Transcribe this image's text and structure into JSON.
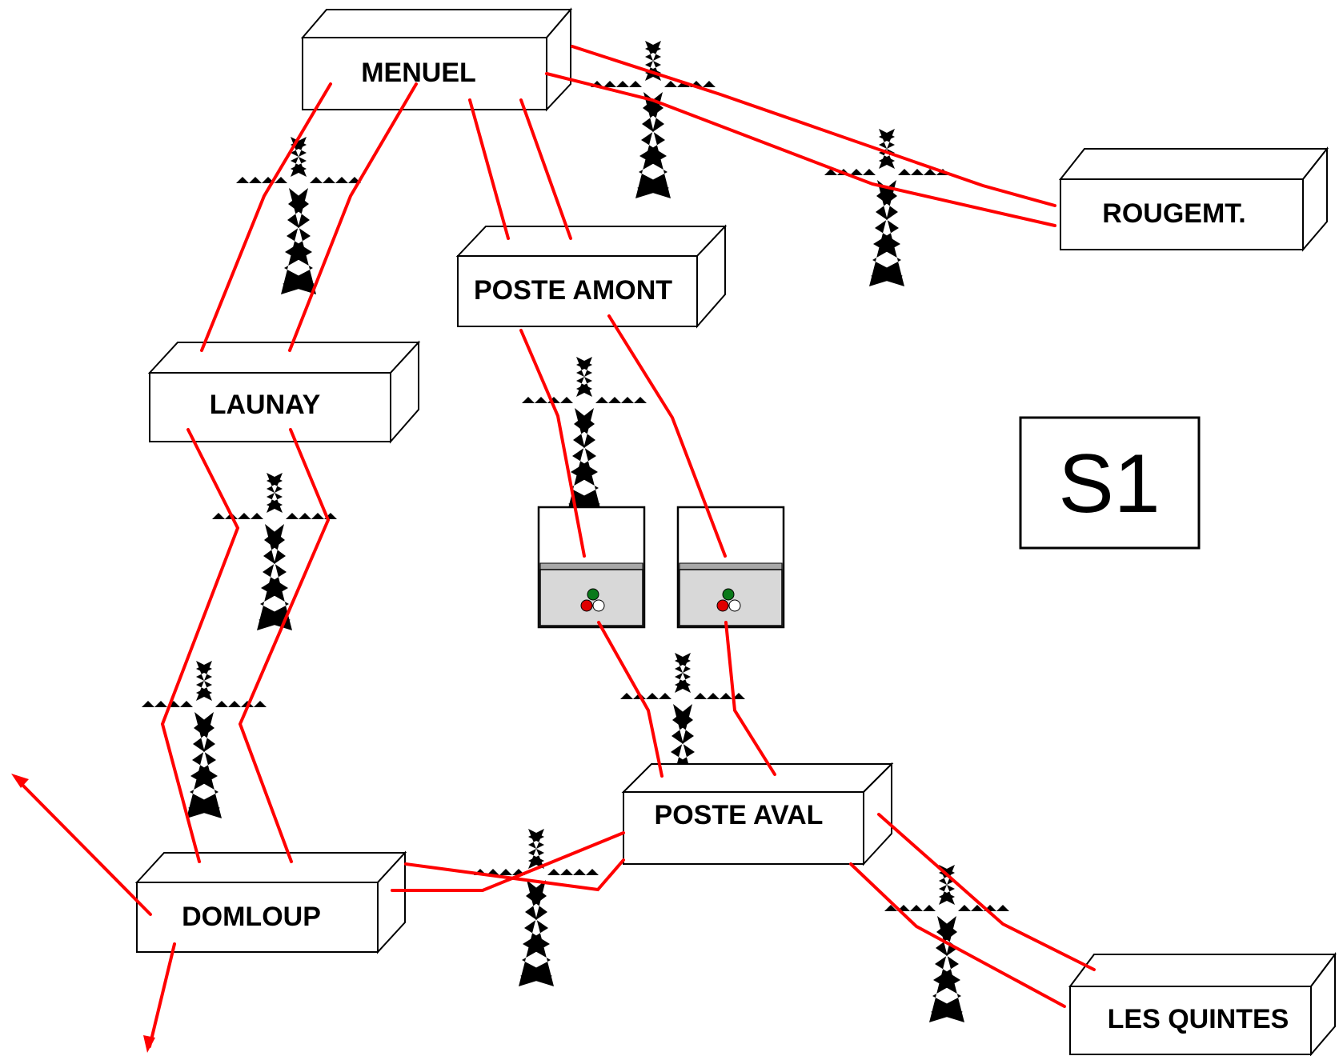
{
  "stations": [
    {
      "id": "menuel",
      "label": "MENUEL"
    },
    {
      "id": "rougemont",
      "label": "ROUGEMT."
    },
    {
      "id": "poste_amont",
      "label": "POSTE AMONT"
    },
    {
      "id": "launay",
      "label": "LAUNAY"
    },
    {
      "id": "poste_aval",
      "label": "POSTE AVAL"
    },
    {
      "id": "domloup",
      "label": "DOMLOUP"
    },
    {
      "id": "les_quintes",
      "label": "LES QUINTES"
    }
  ],
  "scenario_label": "S1",
  "colors": {
    "line": "#ff0000",
    "indicator_green": "#0a7a1a",
    "indicator_red": "#e00000",
    "indicator_white": "#ffffff"
  },
  "icons": [
    "pylon-icon",
    "arrow-icon",
    "switchgear-icon"
  ]
}
